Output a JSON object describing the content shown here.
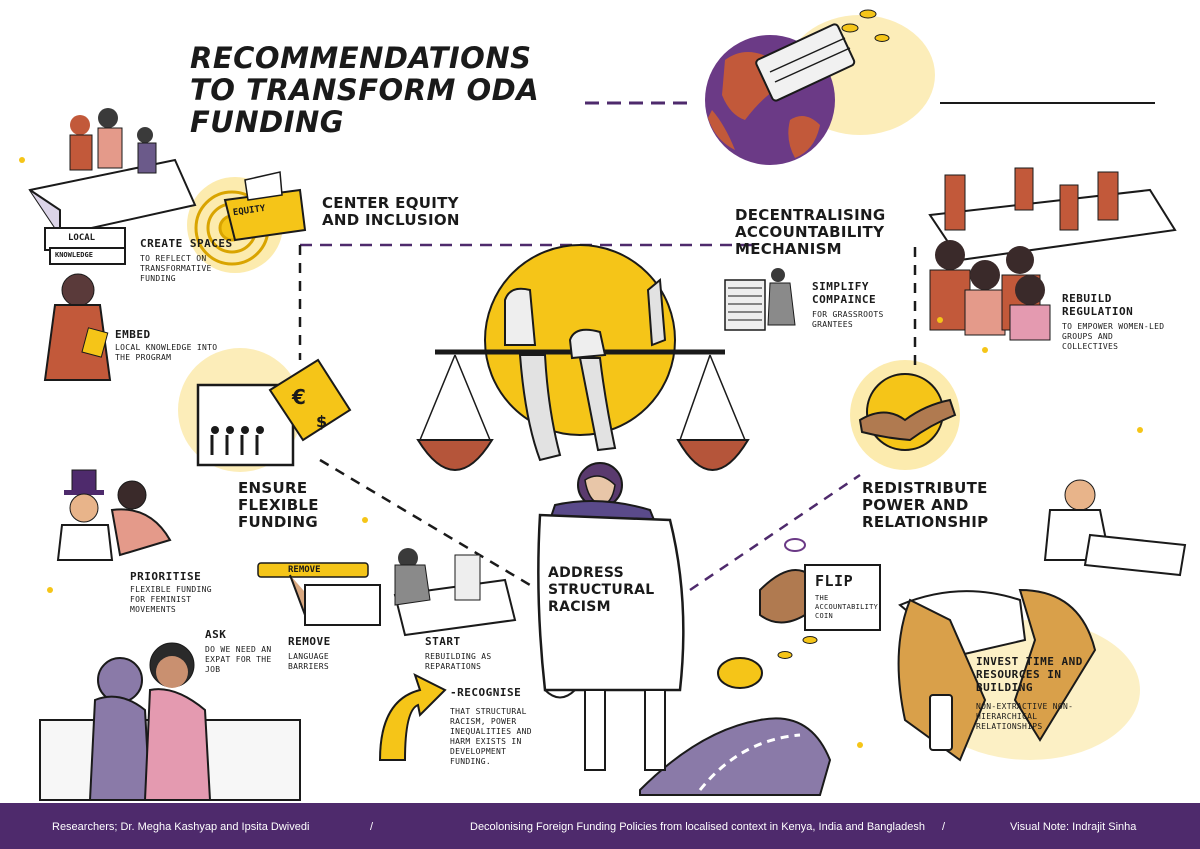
{
  "title": "RECOMMENDATIONS TO TRANSFORM ODA FUNDING",
  "themes": {
    "center_equity": "CENTER EQUITY AND INCLUSION",
    "decentralising": "DECENTRALISING ACCOUNTABILITY MECHANISM",
    "ensure_flexible": "ENSURE FLEXIBLE FUNDING",
    "redistribute": "REDISTRIBUTE POWER AND RELATIONSHIP",
    "address_racism": "ADDRESS STRUCTURAL RACISM"
  },
  "notes": {
    "create": {
      "title": "CREATE SPACES",
      "text": "TO REFLECT ON TRANSFORMATIVE FUNDING"
    },
    "embed": {
      "title": "EMBED",
      "text": "LOCAL KNOWLEDGE INTO THE PROGRAM"
    },
    "simplify": {
      "title": "SIMPLIFY COMPAINCE",
      "text": "FOR GRASSROOTS GRANTEES"
    },
    "rebuild": {
      "title": "REBUILD REGULATION",
      "text": "TO EMPOWER WOMEN-LED GROUPS AND COLLECTIVES"
    },
    "prioritise": {
      "title": "PRIORITISE",
      "text": "FLEXIBLE FUNDING FOR FEMINIST MOVEMENTS"
    },
    "ask": {
      "title": "ASK",
      "text": "DO WE NEED AN EXPAT FOR THE JOB"
    },
    "remove": {
      "title": "REMOVE",
      "text": "LANGUAGE BARRIERS"
    },
    "start": {
      "title": "START",
      "text": "REBUILDING AS REPARATIONS"
    },
    "recognise": {
      "title": "-RECOGNISE",
      "text": "THAT STRUCTURAL RACISM, POWER INEQUALITIES AND HARM EXISTS IN DEVELOPMENT FUNDING."
    },
    "flip": {
      "title": "FLIP",
      "text": "THE ACCOUNTABILITY COIN"
    },
    "invest": {
      "title": "INVEST TIME AND RESOURCES IN BUILDING",
      "text": "NON-EXTRACTIVE NON-HIERARCHICAL RELATIONSHIPS"
    }
  },
  "labels": {
    "equity_flag": "EQUITY",
    "local_board": "LOCAL",
    "knowledge_board": "KNOWLEDGE",
    "remove_bar": "REMOVE",
    "euro_sign": "€",
    "dollar_sign": "$"
  },
  "footer": {
    "researchers": "Researchers; Dr. Megha Kashyap and Ipsita Dwivedi",
    "sep1": "/",
    "project": "Decolonising Foreign Funding Policies from localised context in Kenya, India and Bangladesh",
    "sep2": "/",
    "visual": "Visual Note: Indrajit Sinha"
  },
  "colors": {
    "yellow": "#f5c518",
    "purple": "#4e2a6c",
    "terracotta": "#c2593a",
    "ink": "#1a1a1a"
  }
}
